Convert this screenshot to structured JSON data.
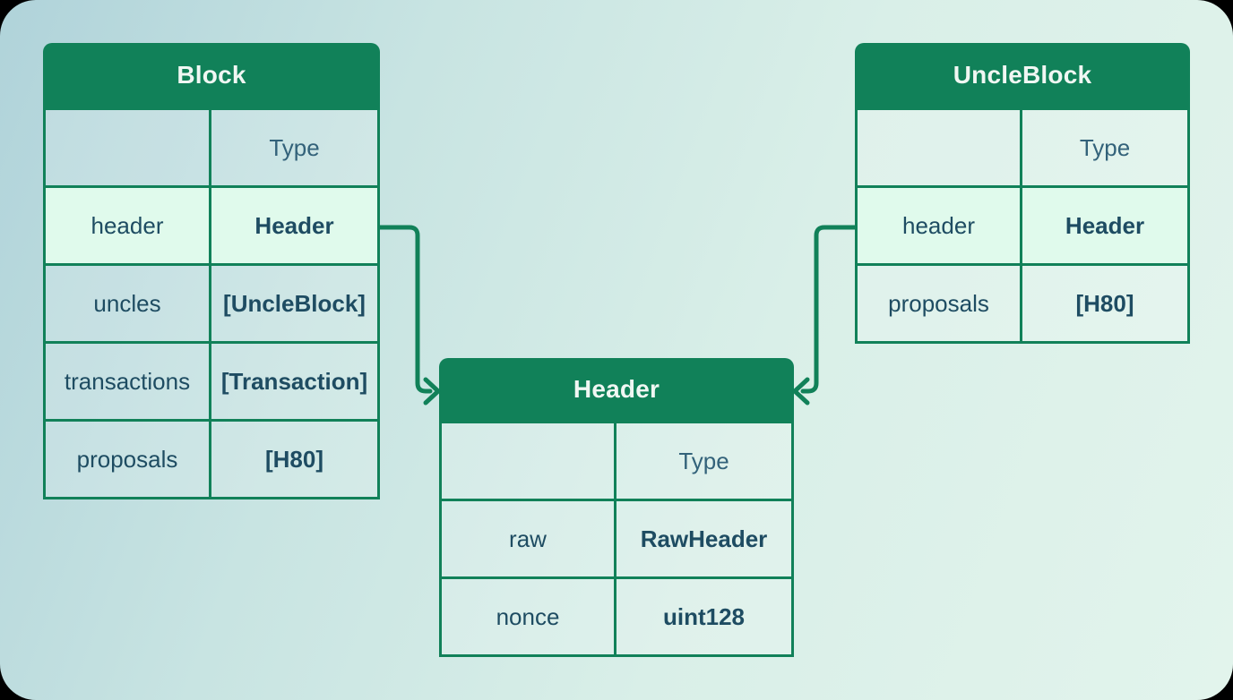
{
  "theme": {
    "accent_green": "#118159",
    "title_text": "#f0f7f3",
    "cell_text": "#1e4c62",
    "type_header_text": "#33627a",
    "highlight_row_bg": "#e0faec",
    "canvas_gradient_start": "#b0d3da",
    "canvas_gradient_end": "#e2f4ec"
  },
  "diagram": {
    "tables": [
      {
        "title": "Block",
        "type_column_header": "Type",
        "rows": [
          {
            "name": "header",
            "type": "Header",
            "highlight": true
          },
          {
            "name": "uncles",
            "type": "[UncleBlock]",
            "highlight": false
          },
          {
            "name": "transactions",
            "type": "[Transaction]",
            "highlight": false
          },
          {
            "name": "proposals",
            "type": "[H80]",
            "highlight": false
          }
        ]
      },
      {
        "title": "UncleBlock",
        "type_column_header": "Type",
        "rows": [
          {
            "name": "header",
            "type": "Header",
            "highlight": true
          },
          {
            "name": "proposals",
            "type": "[H80]",
            "highlight": false
          }
        ]
      },
      {
        "title": "Header",
        "type_column_header": "Type",
        "rows": [
          {
            "name": "raw",
            "type": "RawHeader",
            "highlight": false
          },
          {
            "name": "nonce",
            "type": "uint128",
            "highlight": false
          }
        ]
      }
    ],
    "connections": [
      {
        "from_table": "Block",
        "from_field": "header",
        "to_table": "Header"
      },
      {
        "from_table": "UncleBlock",
        "from_field": "header",
        "to_table": "Header"
      }
    ]
  }
}
